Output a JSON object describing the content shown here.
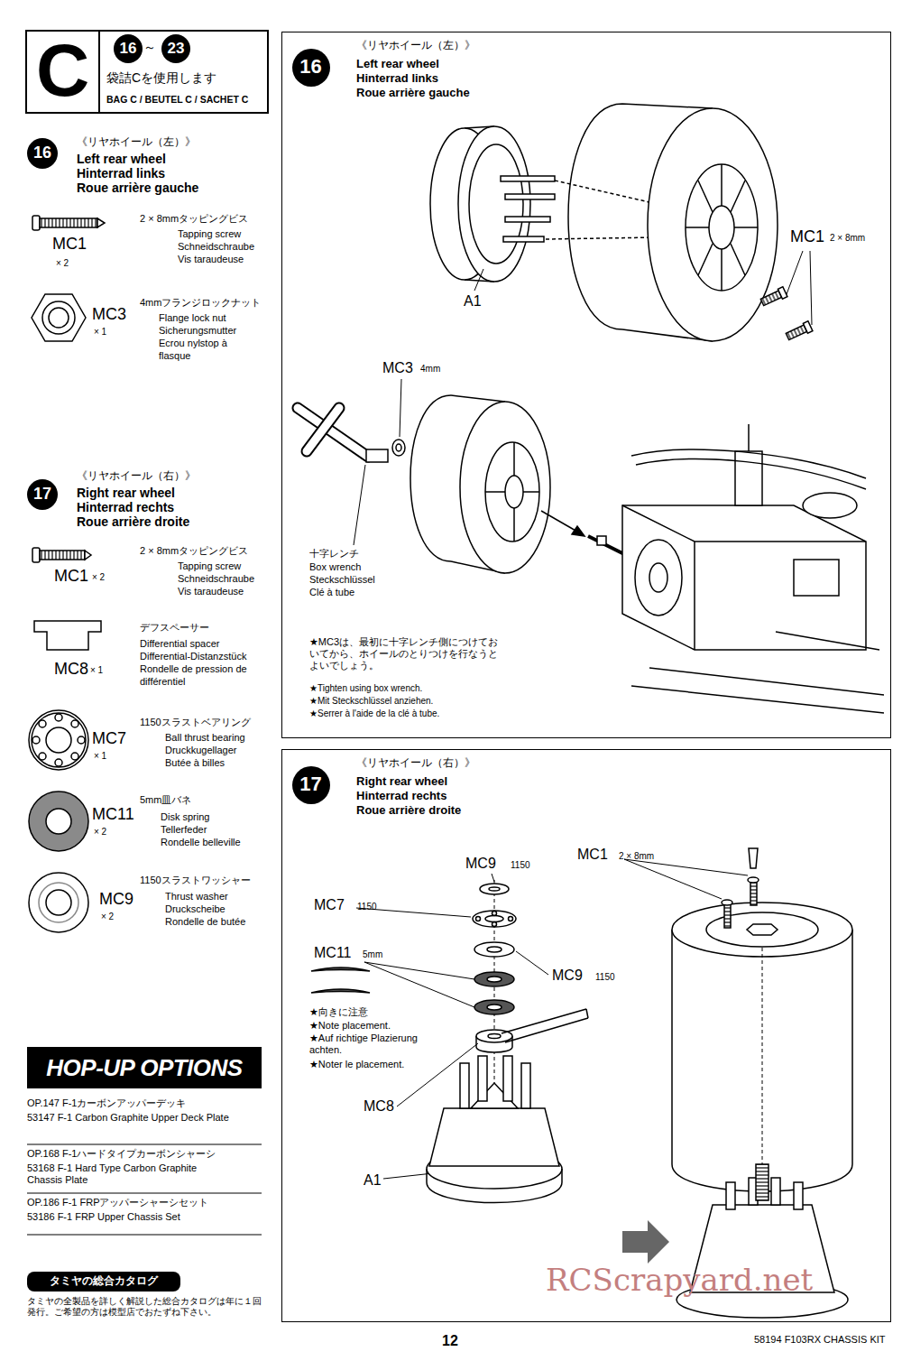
{
  "diagram": {
    "nodes": [
      {
        "text": [
          "C",
          "袋詰Cを使用します",
          "BAG C / BEUTEL C / SACHET C"
        ]
      },
      {
        "text": [
          "16"
        ],
        "in": 0
      },
      {
        "text": [
          "23"
        ],
        "in": 0
      },
      {
        "text": [
          "16"
        ]
      },
      {
        "text": [
          "17"
        ]
      },
      {
        "text": [
          "HOP-UP OPTIONS"
        ]
      },
      {
        "text": [
          "タミヤの総合カタログ"
        ]
      },
      {
        "text": [
          "《リヤホイール（左）》",
          "Left rear wheel",
          "Hinterrad links",
          "Roue arrière gauche"
        ]
      },
      {
        "text": [
          "16"
        ],
        "in": 7
      },
      {
        "text": [
          "《リヤホイール（右）》",
          "Right rear wheel",
          "Hinterrad rechts",
          "Roue arrière droite"
        ]
      },
      {
        "text": [
          "17"
        ],
        "in": 9
      }
    ],
    "labels": [
      "～",
      "《リヤホイール（左）》",
      "Left rear wheel",
      "Hinterrad links",
      "Roue arrière gauche",
      "2 × 8mmタッピングビス",
      "Tapping screw",
      "Schneidschraube",
      "Vis taraudeuse",
      "MC1",
      "× 2",
      "4mmフランジロックナット",
      "Flange lock nut",
      "Sicherungsmutter",
      "Ecrou nylstop à",
      "flasque",
      "MC3",
      "× 1",
      "《リヤホイール（右）》",
      "Right rear wheel",
      "Hinterrad rechts",
      "Roue arrière droite",
      "2 × 8mmタッピングビス",
      "Tapping screw",
      "Schneidschraube",
      "Vis taraudeuse",
      "MC1",
      "× 2",
      "デフスペーサー",
      "Differential spacer",
      "Differential-Distanzstück",
      "Rondelle de pression de",
      "différentiel",
      "MC8",
      "× 1",
      "1150スラストベアリング",
      "Ball thrust bearing",
      "Druckkugellager",
      "Butée à billes",
      "MC7",
      "× 1",
      "5mm皿バネ",
      "Disk spring",
      "Tellerfeder",
      "Rondelle belleville",
      "MC11",
      "× 2",
      "1150スラストワッシャー",
      "Thrust washer",
      "Druckscheibe",
      "Rondelle de butée",
      "MC9",
      "× 2",
      "OP.147 F-1カーボンアッパーデッキ",
      "53147 F-1 Carbon Graphite Upper Deck Plate",
      "OP.168 F-1ハードタイプカーボンシャーシ",
      "53168 F-1 Hard Type Carbon Graphite Chassis Plate",
      "OP.186 F-1 FRPアッパーシャーシセット",
      "53186 F-1 FRP Upper Chassis Set",
      "タミヤの全製品を詳しく解説した総合カタログは年に１回発行。ご希望の方は模型店でおたずね下さい。",
      "MC1",
      "2 × 8mm",
      "A1",
      "MC3",
      "4mm",
      "十字レンチ",
      "Box wrench",
      "Steckschlüssel",
      "Clé à tube",
      "★MC3は、最初に十字レンチ側につけておいてから、ホイールのとりつけを行なうとよいでしょう。",
      "★Tighten using box wrench.",
      "★Mit Steckschlüssel anziehen.",
      "★Serrer à l'aide de la clé à tube.",
      "MC9",
      "1150",
      "MC7",
      "1150",
      "MC11",
      "5mm",
      "MC9",
      "1150",
      "★向きに注意",
      "★Note placement.",
      "★Auf richtige Plazierung achten.",
      "★Noter le placement.",
      "MC8",
      "A1",
      "MC1",
      "2 × 8mm",
      "12",
      "58194 F103RX CHASSIS KIT",
      "RCScrapyard.net"
    ]
  }
}
